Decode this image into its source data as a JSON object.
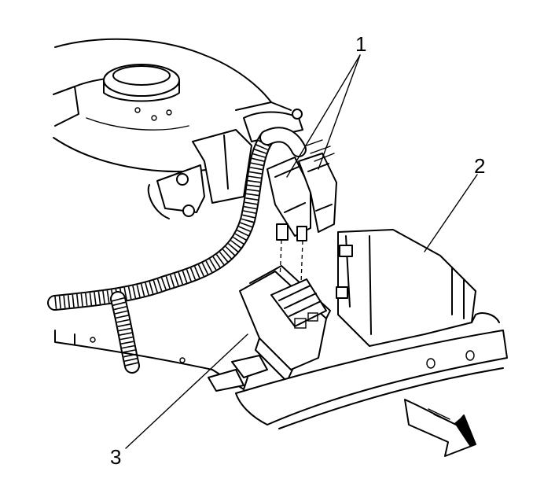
{
  "callouts": {
    "c1": "1",
    "c2": "2",
    "c3": "3"
  },
  "colors": {
    "ink": "#000000",
    "paper": "#ffffff"
  },
  "icons": {
    "direction_arrow": "front-direction-arrow-icon"
  }
}
